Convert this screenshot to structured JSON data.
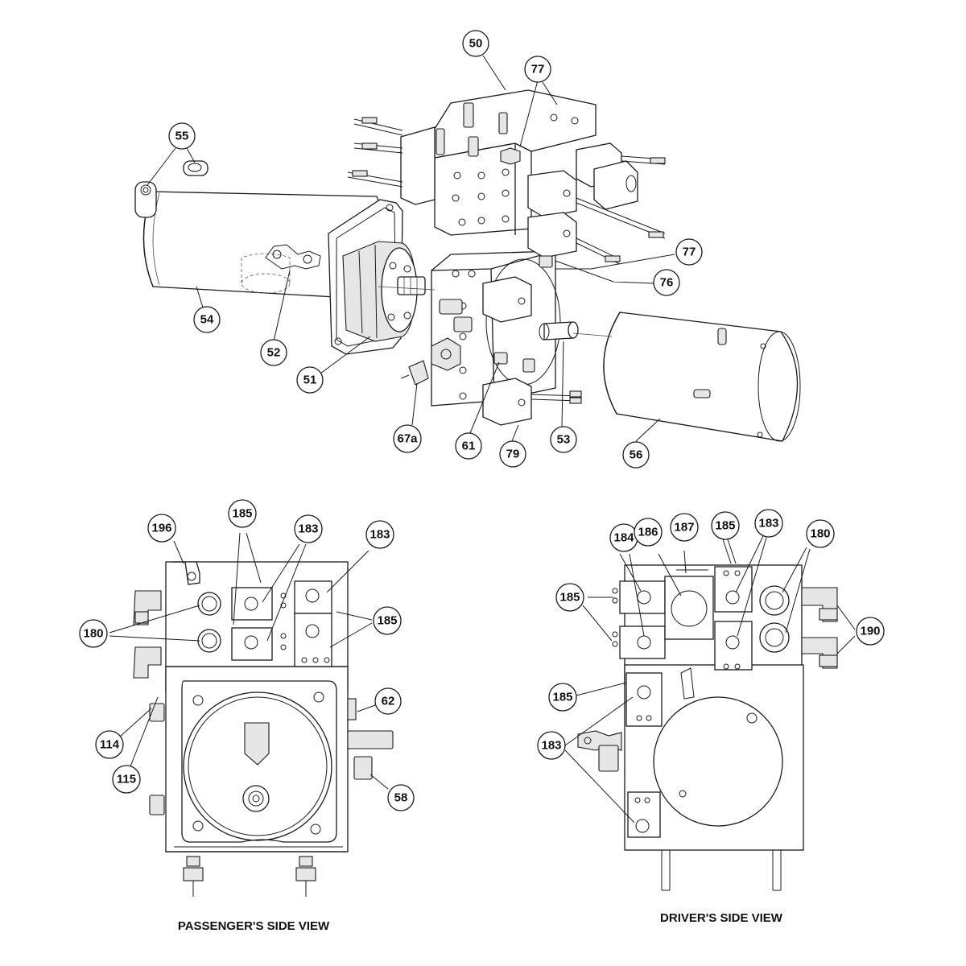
{
  "callouts": {
    "c50": "50",
    "c77a": "77",
    "c55": "55",
    "c54": "54",
    "c52": "52",
    "c51": "51",
    "c77b": "77",
    "c76": "76",
    "c67a": "67a",
    "c61": "61",
    "c79": "79",
    "c53": "53",
    "c56": "56",
    "p196": "196",
    "p185a": "185",
    "p183a": "183",
    "p183b": "183",
    "p180": "180",
    "p185b": "185",
    "p62": "62",
    "p114": "114",
    "p115": "115",
    "p58": "58",
    "d184": "184",
    "d186": "186",
    "d187": "187",
    "d185a": "185",
    "d183a": "183",
    "d180": "180",
    "d185b": "185",
    "d190": "190",
    "d185c": "185",
    "d183b": "183"
  },
  "captions": {
    "passenger": "PASSENGER'S SIDE VIEW",
    "driver": "DRIVER'S SIDE VIEW"
  }
}
